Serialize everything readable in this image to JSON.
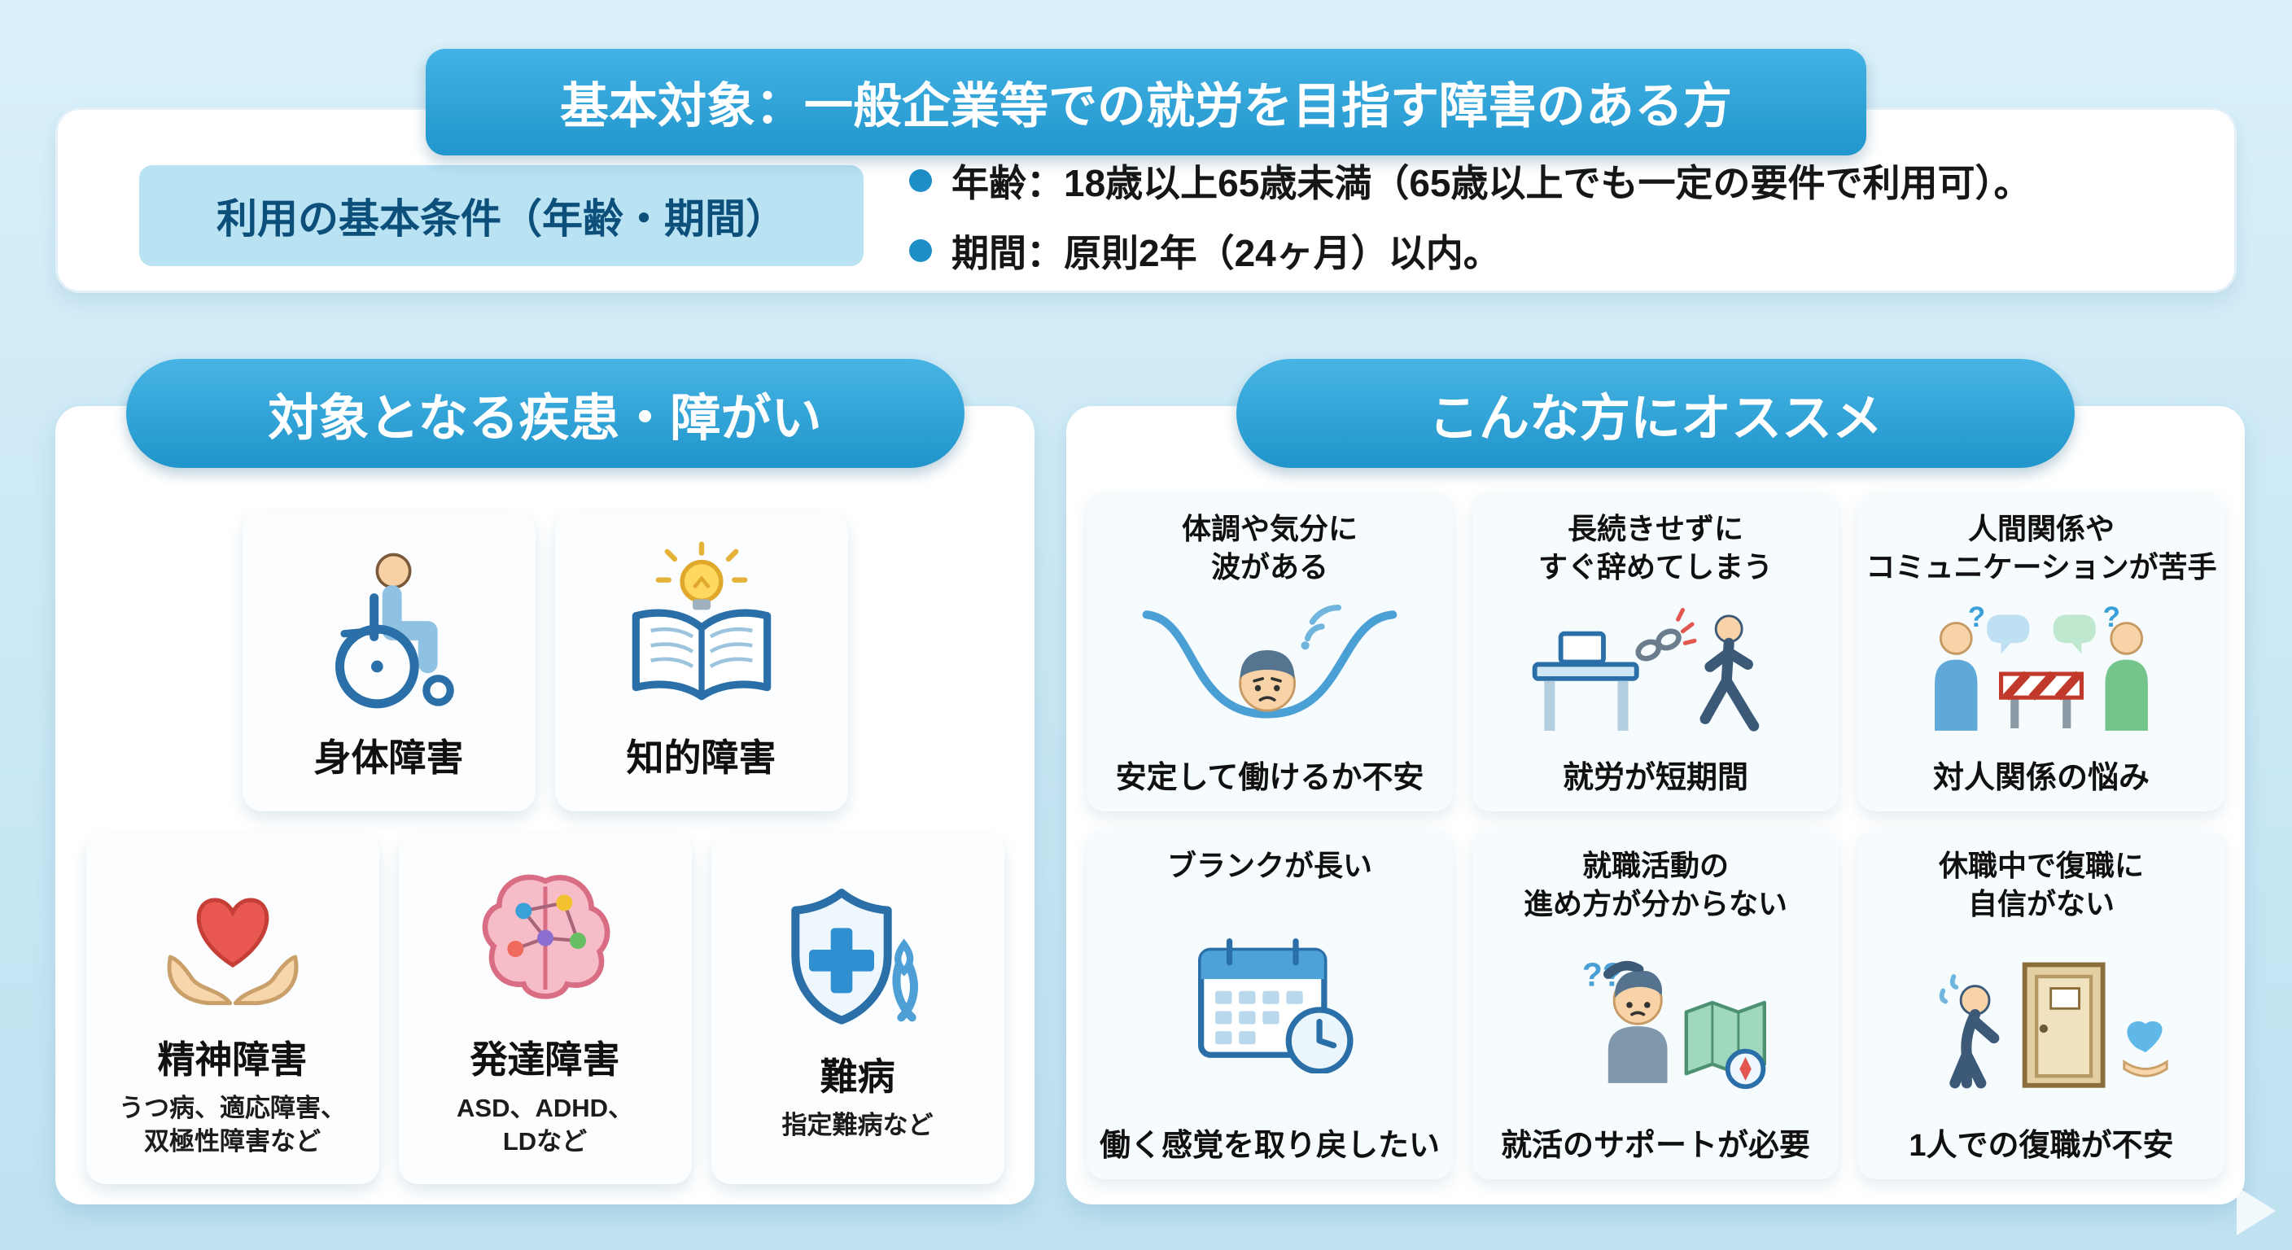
{
  "colors": {
    "page_bg": "#cfeaf6",
    "accent_blue": "#2fa7dc",
    "label_bg": "#b9e2f3",
    "label_text": "#0c4f7a",
    "bullet_dot": "#1d8fc6"
  },
  "header": {
    "title": "基本対象：一般企業等での就労を目指す障害のある方"
  },
  "conditions": {
    "label": "利用の基本条件（年齢・期間）",
    "bullets": [
      "年齢：18歳以上65歳未満（65歳以上でも一定の要件で利用可）。",
      "期間：原則2年（24ヶ月）以内。"
    ]
  },
  "left_panel": {
    "title": "対象となる疾患・障がい",
    "cards": [
      {
        "label": "身体障害",
        "sub": "",
        "icon": "wheelchair-icon"
      },
      {
        "label": "知的障害",
        "sub": "",
        "icon": "book-lightbulb-icon"
      },
      {
        "label": "精神障害",
        "sub": "うつ病、適応障害、\n双極性障害など",
        "icon": "hands-heart-icon"
      },
      {
        "label": "発達障害",
        "sub": "ASD、ADHD、\nLDなど",
        "icon": "brain-network-icon"
      },
      {
        "label": "難病",
        "sub": "指定難病など",
        "icon": "shield-ribbon-icon"
      }
    ]
  },
  "right_panel": {
    "title": "こんな方にオススメ",
    "cards": [
      {
        "title": "体調や気分に\n波がある",
        "caption": "安定して働けるか不安",
        "icon": "mood-wave-icon"
      },
      {
        "title": "長続きせずに\nすぐ辞めてしまう",
        "caption": "就労が短期間",
        "icon": "leaving-desk-icon"
      },
      {
        "title": "人間関係や\nコミュニケーションが苦手",
        "caption": "対人関係の悩み",
        "icon": "communication-barrier-icon"
      },
      {
        "title": "ブランクが長い",
        "caption": "働く感覚を取り戻したい",
        "icon": "calendar-clock-icon"
      },
      {
        "title": "就職活動の\n進め方が分からない",
        "caption": "就活のサポートが必要",
        "icon": "map-compass-confused-icon"
      },
      {
        "title": "休職中で復職に\n自信がない",
        "caption": "1人での復職が不安",
        "icon": "door-heart-icon"
      }
    ]
  }
}
